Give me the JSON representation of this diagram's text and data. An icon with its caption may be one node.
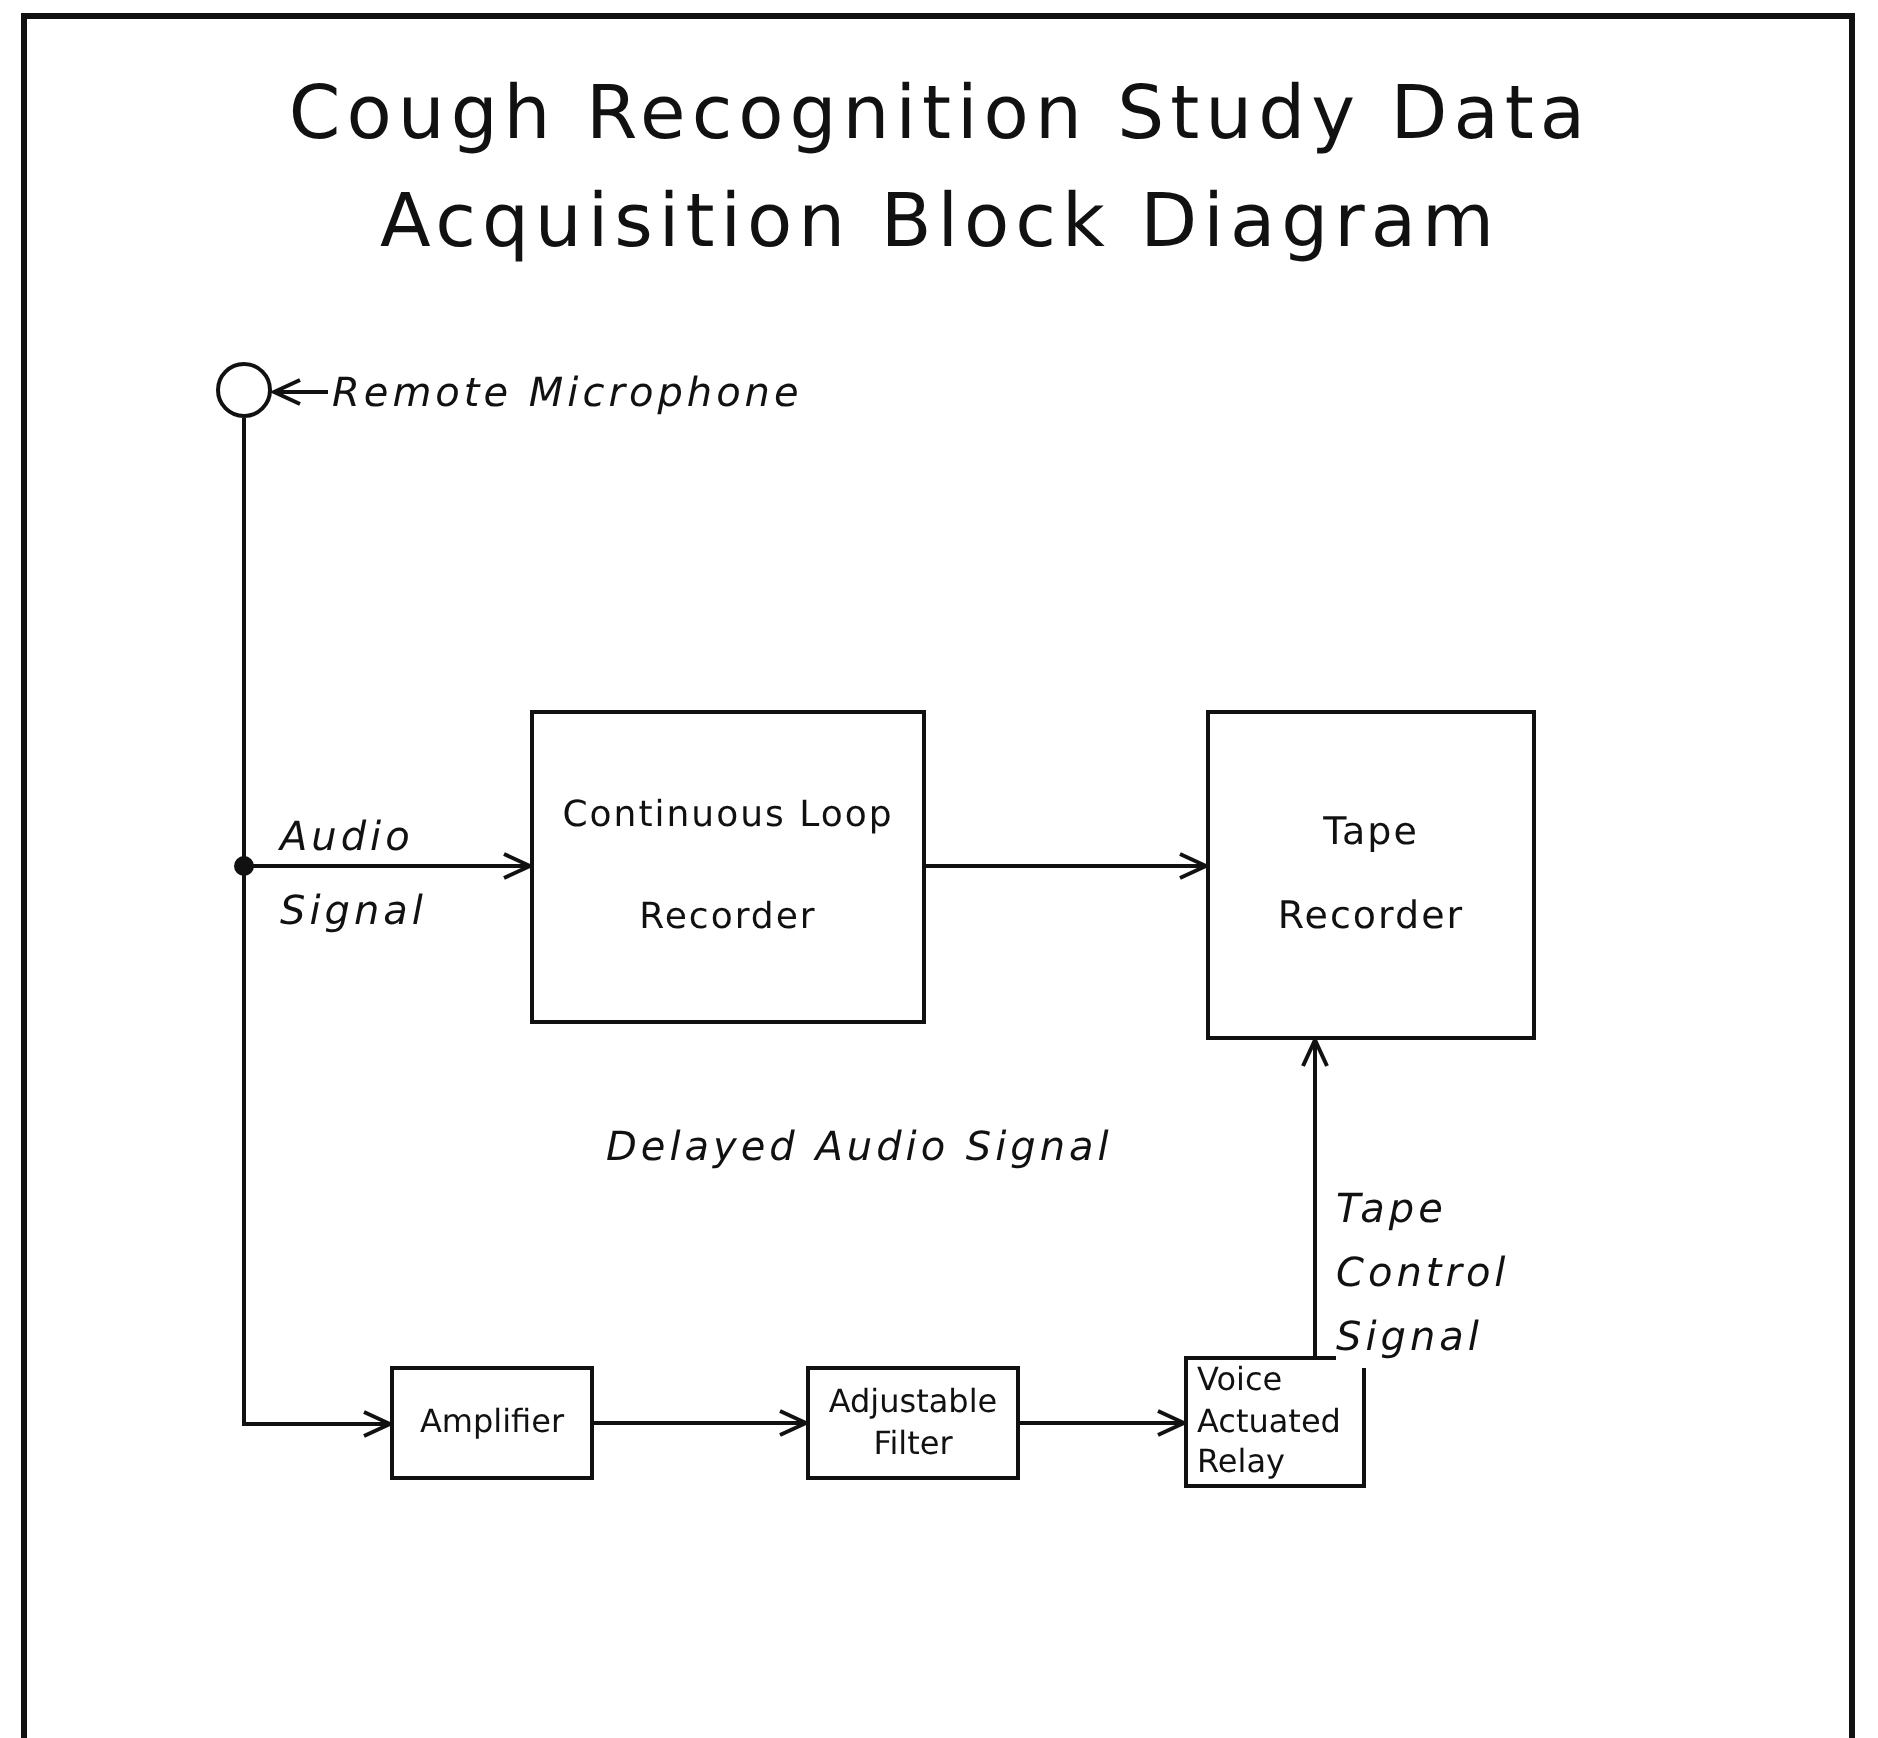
{
  "diagram": {
    "title": "Cough Recognition Study Data Acquisition Block Diagram",
    "nodes": [
      {
        "text": [],
        "shape": "circle"
      },
      {
        "text": [
          "Remote Microphone"
        ]
      },
      {
        "text": [
          "Continuous Loop Recorder"
        ]
      },
      {
        "text": [
          "Tape Recorder"
        ]
      },
      {
        "text": [
          "Amplifier"
        ]
      },
      {
        "text": [
          "Adjustable Filter"
        ]
      },
      {
        "text": [
          "Voice Actuated Relay"
        ]
      }
    ],
    "edges": [
      {
        "from": 1,
        "to": 0,
        "arrow": "to"
      },
      {
        "from": 0,
        "to": 2,
        "arrow": "to",
        "label": "Audio Signal"
      },
      {
        "from": 0,
        "to": 4,
        "arrow": "to"
      },
      {
        "from": 2,
        "to": 3,
        "arrow": "to"
      },
      {
        "from": 4,
        "to": 5,
        "arrow": "to"
      },
      {
        "from": 5,
        "to": 6,
        "arrow": "to"
      },
      {
        "from": 6,
        "to": 3,
        "arrow": "to",
        "label": "Tape Control Signal"
      }
    ],
    "labels": [
      "Delayed Audio Signal"
    ]
  }
}
